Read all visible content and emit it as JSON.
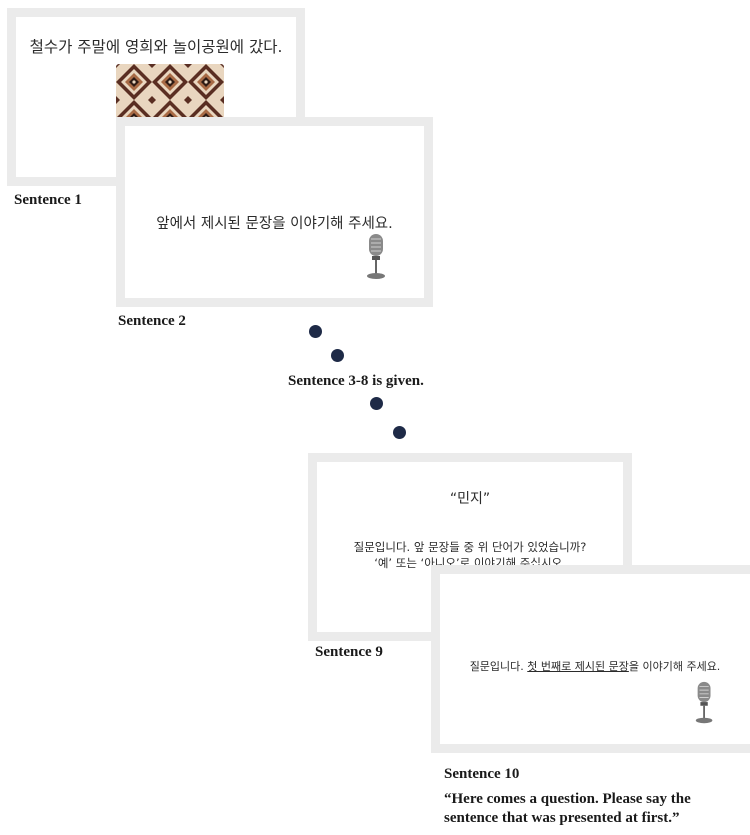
{
  "slides": {
    "s1": {
      "text": "철수가 주말에 영희와 놀이공원에 갔다.",
      "speaker_icon": "speaker-icon",
      "pattern_colors": [
        "#5a2e22",
        "#e9d6bf",
        "#a86a45",
        "#2d1a14"
      ]
    },
    "s2": {
      "text": "앞에서 제시된 문장을 이야기해 주세요.",
      "mic_icon": "microphone-icon"
    },
    "s9": {
      "word": "“민지”",
      "question_line1": "질문입니다. 앞 문장들 중 위 단어가 있었습니까?",
      "question_line2": "‘예’ 또는 ‘아니오’로 이야기해 주십시오.",
      "mic_icon": "microphone-icon"
    },
    "s10": {
      "text_before": "질문입니다. ",
      "text_underlined": "첫 번째로 제시된 문장",
      "text_after": "을 이야기해 주세요.",
      "mic_icon": "microphone-icon"
    }
  },
  "captions": {
    "sentence1": "Sentence 1",
    "sentence2": "Sentence 2",
    "given": "Sentence 3-8 is given.",
    "sentence9": "Sentence 9",
    "sentence10": "Sentence 10",
    "quote_line1": "“Here comes a question. Please say the",
    "quote_line2": "sentence that was presented at first.”"
  },
  "colors": {
    "slide_frame": "#ebebeb",
    "dot": "#1e2a47"
  }
}
